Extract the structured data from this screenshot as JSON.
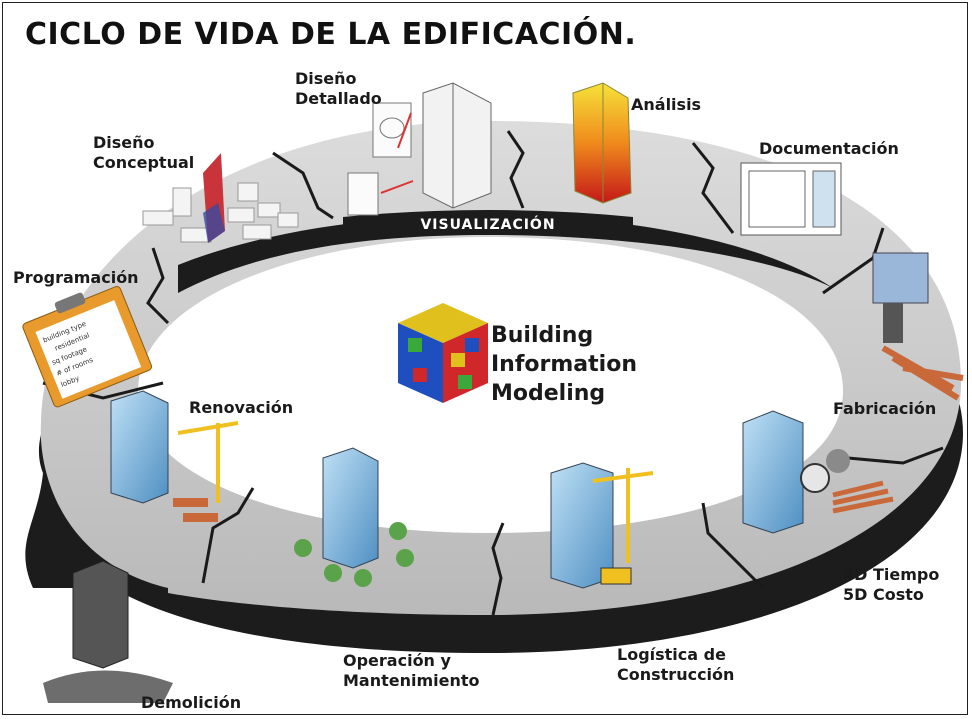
{
  "title": "CICLO DE VIDA DE LA EDIFICACIÓN.",
  "ring_label": "VISUALIZACIÓN",
  "center": {
    "line1": "Building",
    "line2": "Information",
    "line3": "Modeling"
  },
  "stages": {
    "diseno_detallado": [
      "Diseño",
      "Detallado"
    ],
    "analisis": "Análisis",
    "documentacion": "Documentación",
    "diseno_conceptual": [
      "Diseño",
      "Conceptual"
    ],
    "programacion": "Programación",
    "renovacion": "Renovación",
    "fabricacion": "Fabricación",
    "tiempo_costo": [
      "4D Tiempo",
      "5D Costo"
    ],
    "logistica": [
      "Logística de",
      "Construcción"
    ],
    "operacion": [
      "Operación y",
      "Mantenimiento"
    ],
    "demolicion": "Demolición"
  },
  "clipboard_lines": [
    "building type",
    "residential",
    "sq footage",
    "# of rooms",
    "lobby"
  ],
  "colors": {
    "ring_top": "#c8c8c8",
    "ring_side": "#1a1a1a",
    "building_blue": "#7fb2d8",
    "crane_yellow": "#f0c020",
    "analysis_red": "#e0501c"
  }
}
